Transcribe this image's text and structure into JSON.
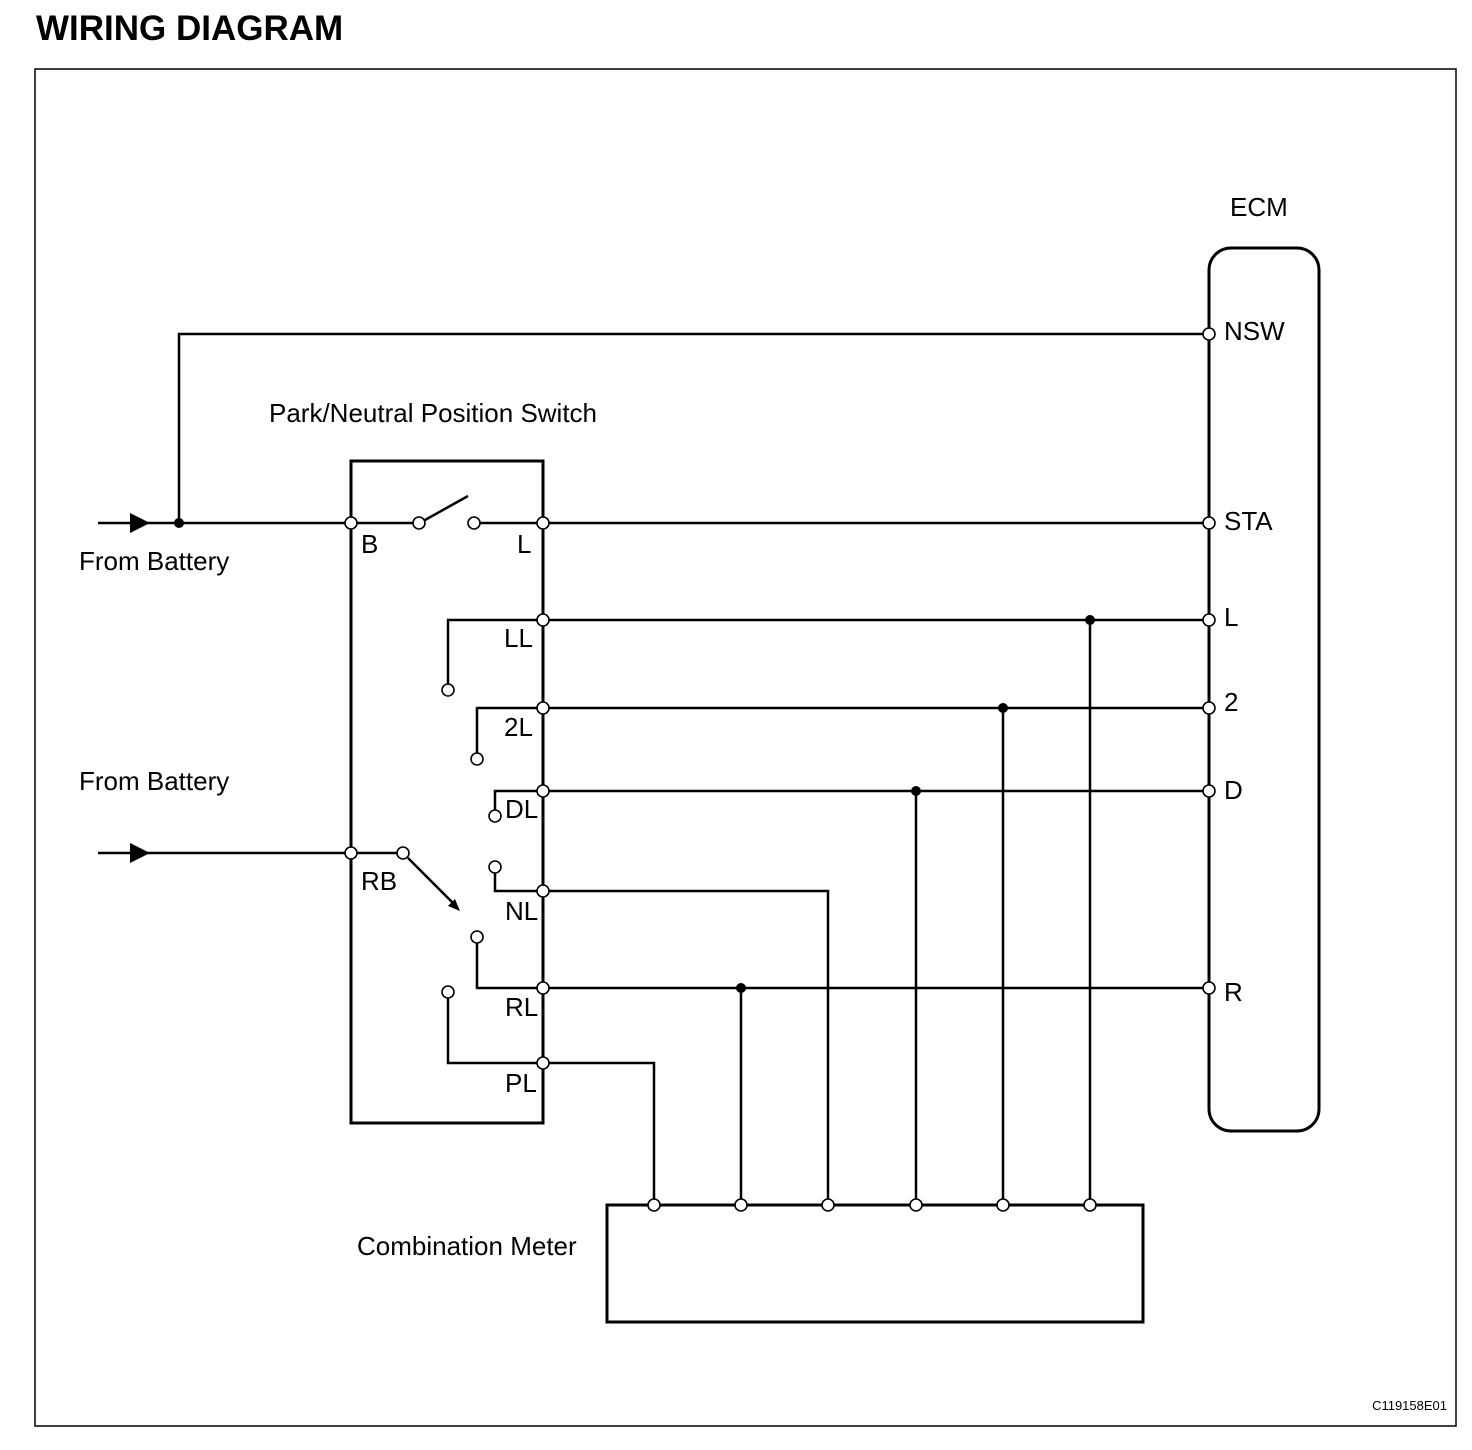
{
  "title": "WIRING DIAGRAM",
  "ecm": {
    "label": "ECM",
    "pins": {
      "nsw": "NSW",
      "sta": "STA",
      "l": "L",
      "two": "2",
      "d": "D",
      "r": "R"
    }
  },
  "switch": {
    "label": "Park/Neutral Position Switch",
    "pins": {
      "b": "B",
      "l": "L",
      "ll": "LL",
      "twol": "2L",
      "dl": "DL",
      "rb": "RB",
      "nl": "NL",
      "rl": "RL",
      "pl": "PL"
    }
  },
  "sources": {
    "battery_top": "From Battery",
    "battery_bottom": "From Battery"
  },
  "combination_meter": {
    "label": "Combination Meter"
  },
  "figure_code": "C119158E01"
}
